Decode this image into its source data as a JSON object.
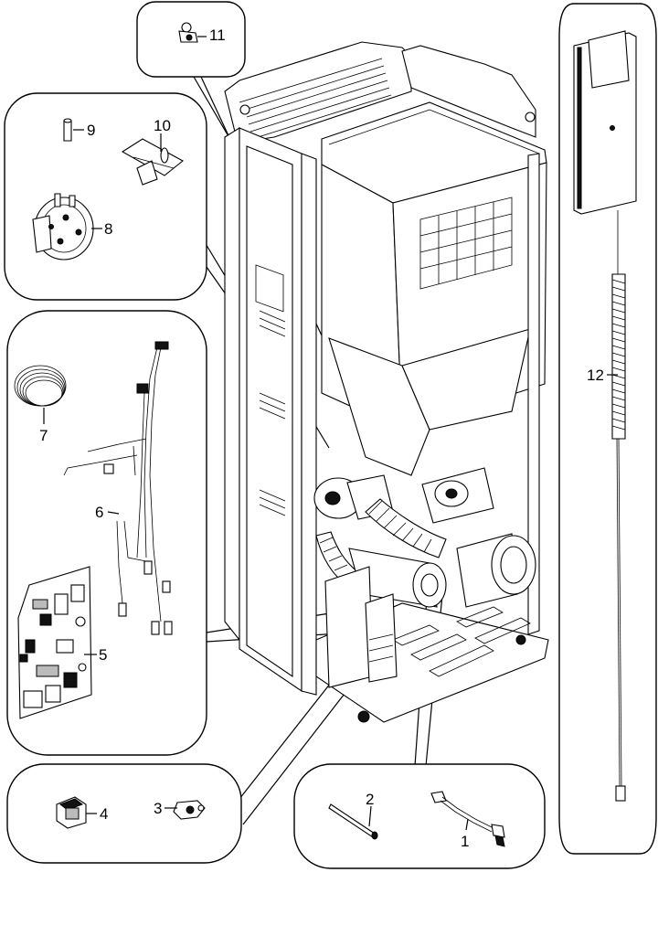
{
  "callouts": {
    "p1": "1",
    "p2": "2",
    "p3": "3",
    "p4": "4",
    "p5": "5",
    "p6": "6",
    "p7": "7",
    "p8": "8",
    "p9": "9",
    "p10": "10",
    "p11": "11",
    "p12": "12"
  }
}
